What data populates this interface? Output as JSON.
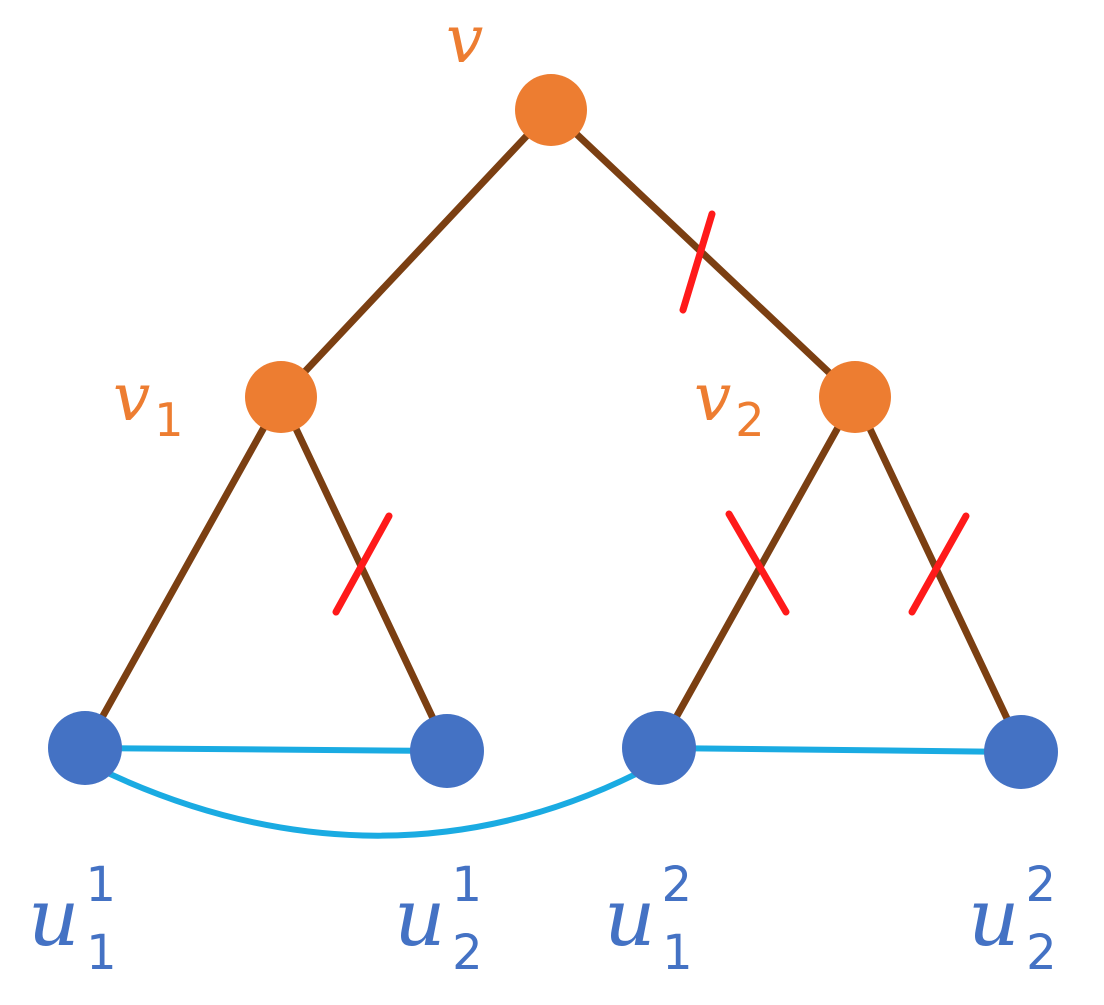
{
  "colors": {
    "internal_node": "#ED7D31",
    "leaf_node": "#4472C4",
    "tree_edge": "#7B3F12",
    "leaf_edge": "#1AABE2",
    "cut_mark": "#FF1A1A",
    "internal_label": "#ED7D31",
    "leaf_label": "#4472C4"
  },
  "nodes": {
    "v": {
      "base": "v",
      "sub": "",
      "sup": ""
    },
    "v1": {
      "base": "v",
      "sub": "1",
      "sup": ""
    },
    "v2": {
      "base": "v",
      "sub": "2",
      "sup": ""
    },
    "u11": {
      "base": "u",
      "sub": "1",
      "sup": "1"
    },
    "u21": {
      "base": "u",
      "sub": "2",
      "sup": "1"
    },
    "u12": {
      "base": "u",
      "sub": "1",
      "sup": "2"
    },
    "u22": {
      "base": "u",
      "sub": "2",
      "sup": "2"
    }
  },
  "tree_edges": [
    {
      "from": "v",
      "to": "v1",
      "cut": false
    },
    {
      "from": "v",
      "to": "v2",
      "cut": true
    },
    {
      "from": "v1",
      "to": "u11",
      "cut": false
    },
    {
      "from": "v1",
      "to": "u21",
      "cut": true
    },
    {
      "from": "v2",
      "to": "u12",
      "cut": true
    },
    {
      "from": "v2",
      "to": "u22",
      "cut": true
    }
  ],
  "leaf_edges": [
    {
      "from": "u11",
      "to": "u21",
      "shape": "straight"
    },
    {
      "from": "u11",
      "to": "u12",
      "shape": "curved"
    },
    {
      "from": "u12",
      "to": "u22",
      "shape": "straight"
    }
  ]
}
